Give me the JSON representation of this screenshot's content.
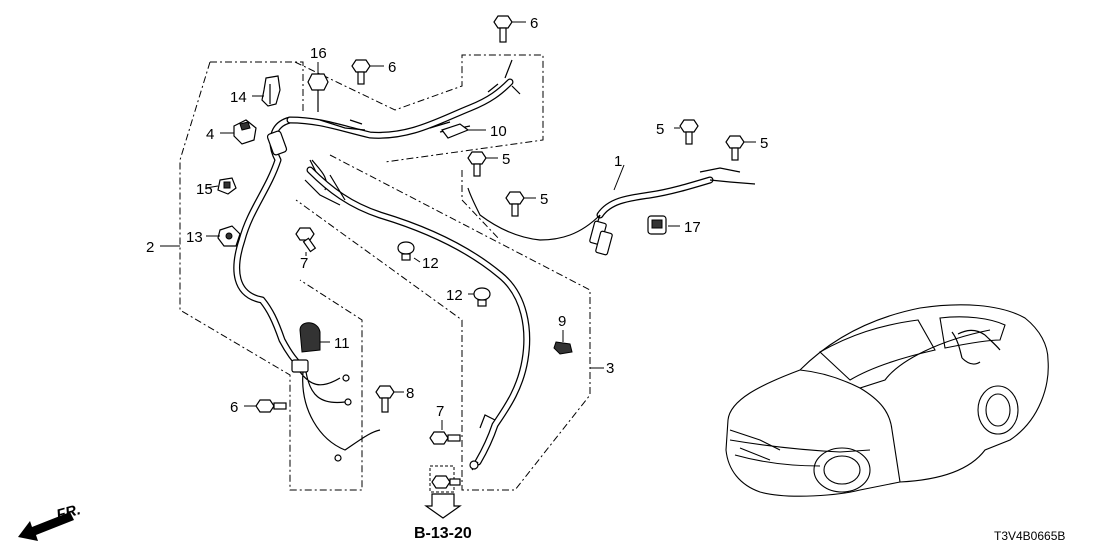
{
  "diagram": {
    "callouts": {
      "c1": "1",
      "c2": "2",
      "c3": "3",
      "c4": "4",
      "c5a": "5",
      "c5b": "5",
      "c5c": "5",
      "c5d": "5",
      "c6a": "6",
      "c6b": "6",
      "c6c": "6",
      "c7a": "7",
      "c7b": "7",
      "c8": "8",
      "c9": "9",
      "c10": "10",
      "c11": "11",
      "c12a": "12",
      "c12b": "12",
      "c13": "13",
      "c14": "14",
      "c15": "15",
      "c16": "16",
      "c17": "17"
    },
    "reference": "B-13-20",
    "direction": "FR.",
    "diagram_code": "T3V4B0665B"
  }
}
